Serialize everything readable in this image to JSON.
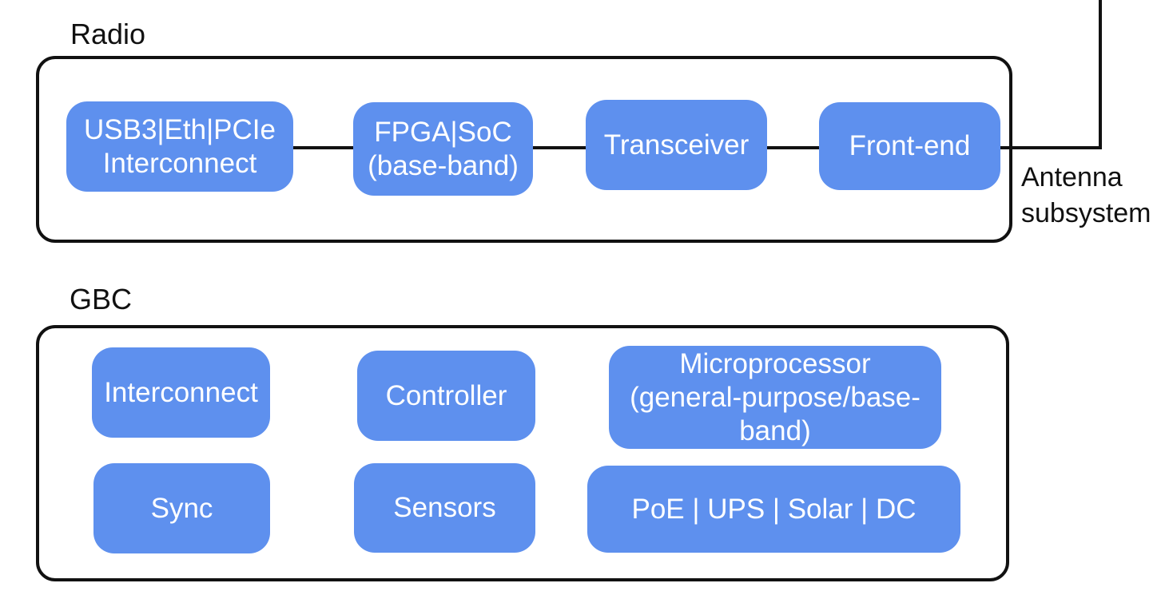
{
  "colors": {
    "box_fill": "#5e90ee",
    "box_text": "#ffffff",
    "line_color": "#111111",
    "bg": "#ffffff"
  },
  "radio": {
    "label": "Radio",
    "boxes": {
      "interconnect": "USB3|Eth|PCIe\nInterconnect",
      "fpga": "FPGA|SoC\n(base-band)",
      "transceiver": "Transceiver",
      "front_end": "Front-end"
    }
  },
  "antenna": {
    "label": "Antenna\nsubsystem"
  },
  "gbc": {
    "label": "GBC",
    "boxes": {
      "interconnect": "Interconnect",
      "controller": "Controller",
      "microprocessor": "Microprocessor\n(general-purpose/base-\nband)",
      "sync": "Sync",
      "sensors": "Sensors",
      "power": "PoE | UPS | Solar | DC"
    }
  }
}
